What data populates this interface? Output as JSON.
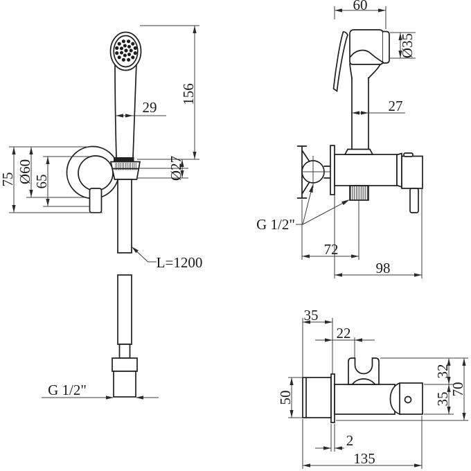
{
  "colors": {
    "background": "#ffffff",
    "line": "#1d1d1d",
    "dimension": "#3c3c3c"
  },
  "views": {
    "hand_shower": {
      "handle_width": "29",
      "length": "156",
      "holder_diameter": "Ø27",
      "wall_plate_diameter": "Ø60",
      "height_65": "65",
      "height_75": "75",
      "hose_length": "L=1200",
      "hose_thread": "G 1/2\""
    },
    "sprayer": {
      "head_depth": "60",
      "face_diameter": "Ø35",
      "handle_width": "27"
    },
    "valve_front": {
      "thread": "G 1/2\"",
      "inlet_to_outlet": "72",
      "overall_depth": "98"
    },
    "valve_top": {
      "recess": "35",
      "holder_offset": "22",
      "body_diameter": "50",
      "holder_height": "32",
      "body_height": "35",
      "overall_height": "70",
      "flange_thickness": "2",
      "overall_length": "135"
    }
  }
}
